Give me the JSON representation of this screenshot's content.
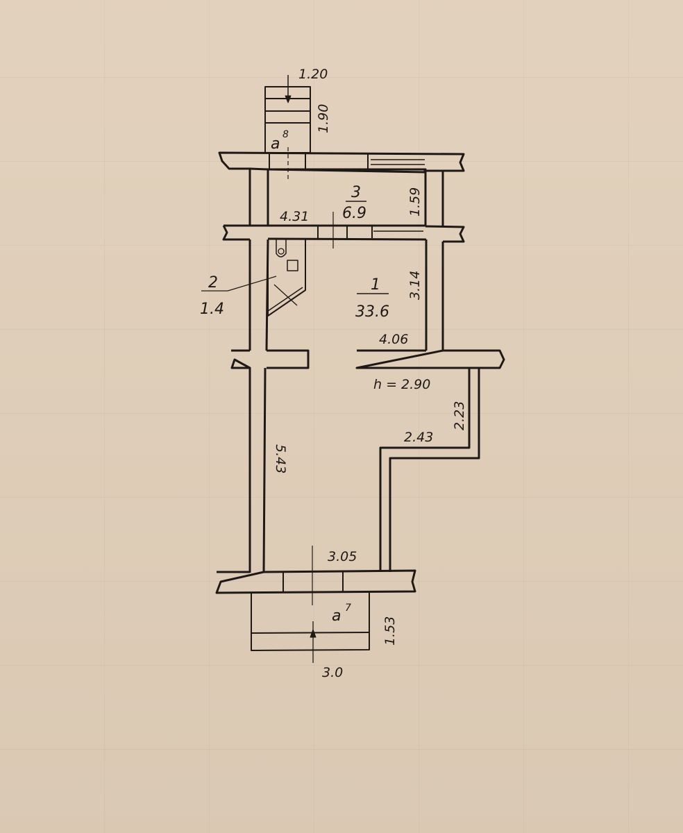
{
  "plan": {
    "ceiling_height": "h = 2.90",
    "rooms": [
      {
        "number": "1",
        "area": "33.6",
        "dim_width": "4.06",
        "dim_length": "3.14"
      },
      {
        "number": "2",
        "area": "1.4"
      },
      {
        "number": "3",
        "area": "6.9",
        "dim_width": "4.31",
        "dim_length": "1.59"
      }
    ],
    "dimensions": {
      "hall_length": "5.43",
      "alcove_depth": "2.23",
      "alcove_width": "2.43",
      "front_wall": "3.05"
    },
    "stairs": [
      {
        "label": "a",
        "superscript": "8",
        "width": "1.20",
        "length": "1.90"
      },
      {
        "label": "a",
        "superscript": "7",
        "width": "3.0",
        "length": "1.53"
      }
    ]
  },
  "colors": {
    "paper": "#e1cfb9",
    "ink": "#1e1916"
  }
}
